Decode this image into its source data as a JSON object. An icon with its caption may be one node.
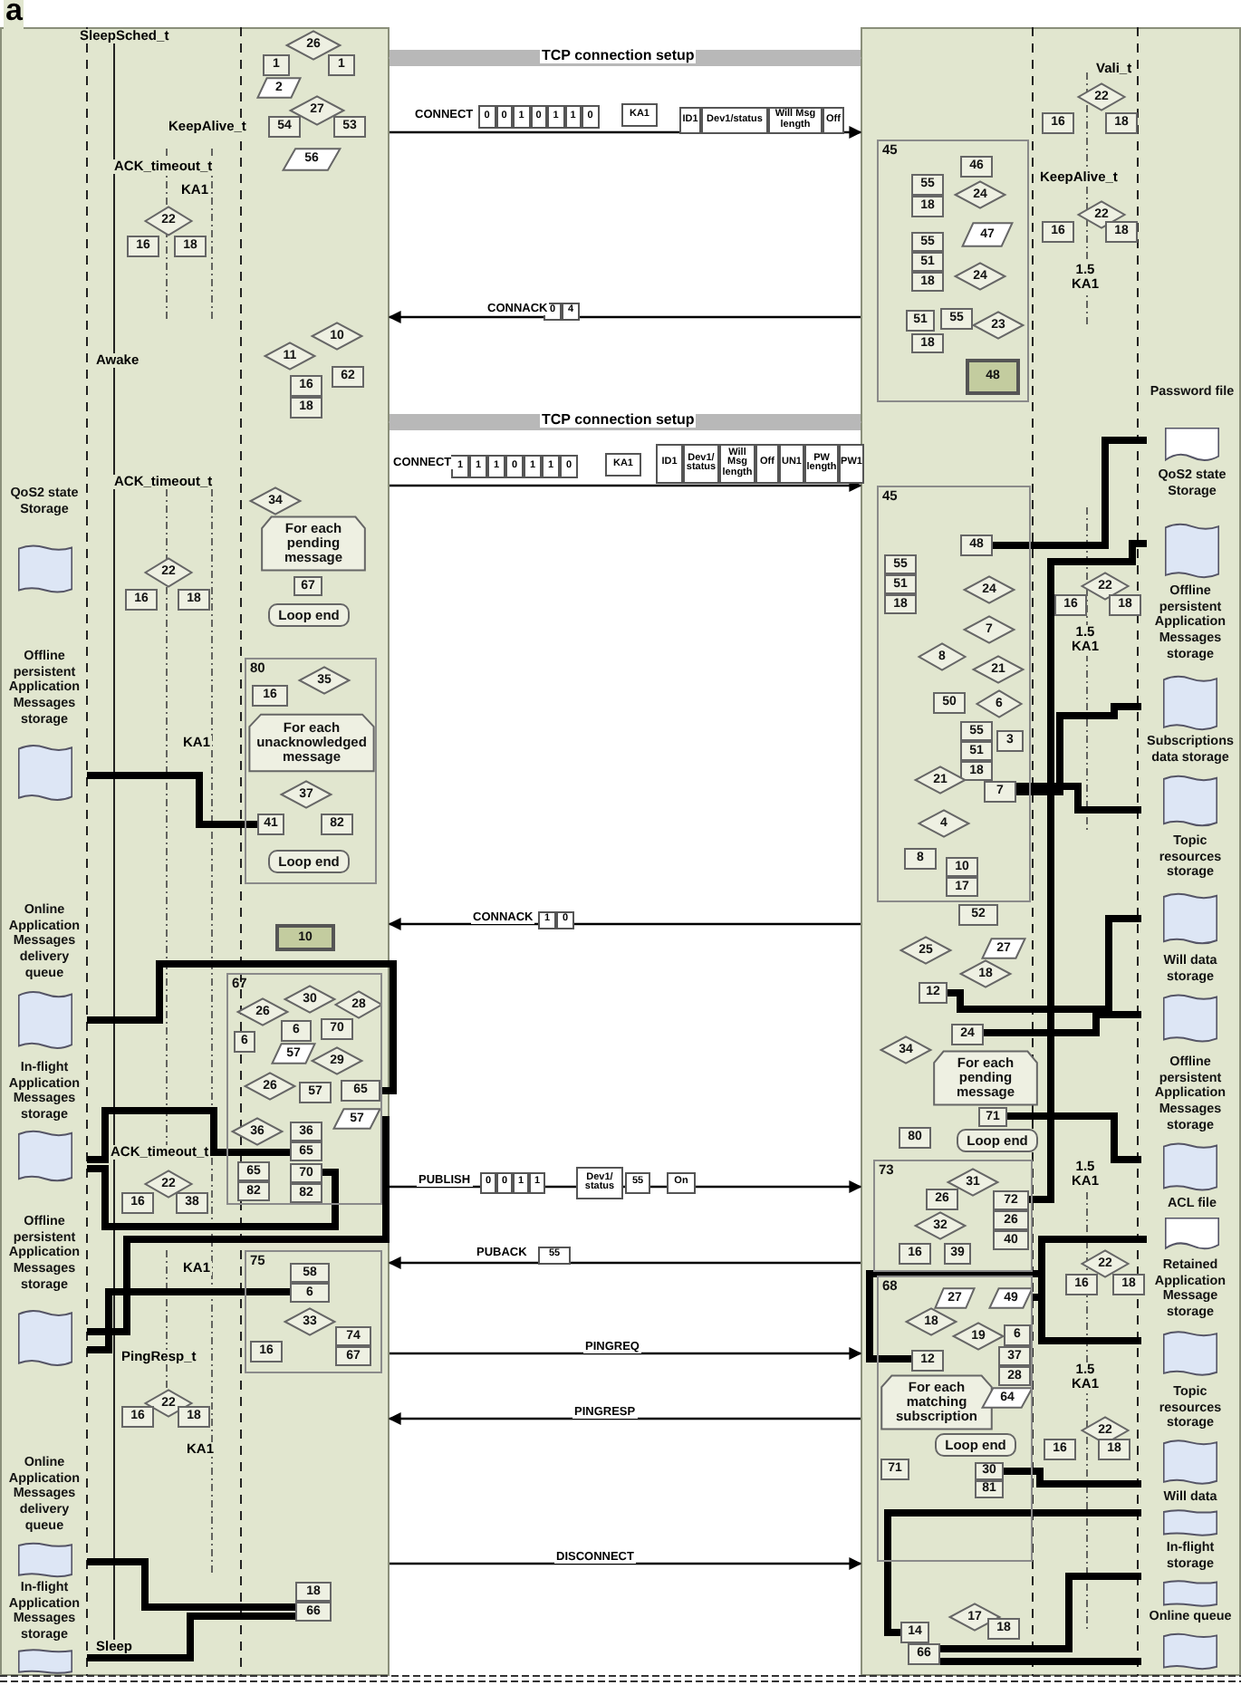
{
  "diagram": {
    "nodes": [
      {
        "text": [],
        "shape": "box"
      },
      {
        "text": [],
        "shape": "box"
      },
      {
        "text": [
          "26"
        ],
        "in": 0
      },
      {
        "text": [
          "1"
        ],
        "in": 0
      },
      {
        "text": [
          "1"
        ],
        "in": 0
      },
      {
        "text": [
          "2"
        ],
        "in": 0
      },
      {
        "text": [
          "27"
        ],
        "in": 0
      },
      {
        "text": [
          "54"
        ],
        "in": 0
      },
      {
        "text": [
          "53"
        ],
        "in": 0
      },
      {
        "text": [
          "56"
        ],
        "in": 0
      },
      {
        "text": [
          "22"
        ],
        "in": 0
      },
      {
        "text": [
          "16"
        ],
        "in": 0
      },
      {
        "text": [
          "18"
        ],
        "in": 0
      },
      {
        "text": [
          "10"
        ],
        "in": 0
      },
      {
        "text": [
          "11"
        ],
        "in": 0
      },
      {
        "text": [
          "16"
        ],
        "in": 0
      },
      {
        "text": [
          "18"
        ],
        "in": 0
      },
      {
        "text": [
          "62"
        ],
        "in": 0
      },
      {
        "text": [
          "34"
        ],
        "in": 0
      },
      {
        "text": [
          "For each pending message"
        ],
        "in": 0
      },
      {
        "text": [
          "67"
        ],
        "in": 0
      },
      {
        "text": [
          "Loop end"
        ],
        "in": 0
      },
      {
        "text": [
          "22"
        ],
        "in": 0
      },
      {
        "text": [
          "16"
        ],
        "in": 0
      },
      {
        "text": [
          "18"
        ],
        "in": 0
      },
      {
        "text": [
          "80"
        ],
        "in": 0
      },
      {
        "text": [
          "16"
        ],
        "in": 25
      },
      {
        "text": [
          "35"
        ],
        "in": 25
      },
      {
        "text": [
          "For each unacknowledged message"
        ],
        "in": 25
      },
      {
        "text": [
          "37"
        ],
        "in": 25
      },
      {
        "text": [
          "41"
        ],
        "in": 25
      },
      {
        "text": [
          "82"
        ],
        "in": 25
      },
      {
        "text": [
          "Loop end"
        ],
        "in": 25
      },
      {
        "text": [
          "10"
        ],
        "in": 0
      },
      {
        "text": [
          "67"
        ],
        "in": 0
      },
      {
        "text": [
          "30"
        ],
        "in": 34
      },
      {
        "text": [
          "26"
        ],
        "in": 34
      },
      {
        "text": [
          "28"
        ],
        "in": 34
      },
      {
        "text": [
          "6"
        ],
        "in": 34
      },
      {
        "text": [
          "70"
        ],
        "in": 34
      },
      {
        "text": [
          "6"
        ],
        "in": 34
      },
      {
        "text": [
          "57"
        ],
        "in": 34
      },
      {
        "text": [
          "29"
        ],
        "in": 34
      },
      {
        "text": [
          "26"
        ],
        "in": 34
      },
      {
        "text": [
          "57"
        ],
        "in": 34
      },
      {
        "text": [
          "65"
        ],
        "in": 34
      },
      {
        "text": [
          "57"
        ],
        "in": 34
      },
      {
        "text": [
          "36"
        ],
        "in": 34
      },
      {
        "text": [
          "36"
        ],
        "in": 34
      },
      {
        "text": [
          "65"
        ],
        "in": 34
      },
      {
        "text": [
          "65"
        ],
        "in": 34
      },
      {
        "text": [
          "82"
        ],
        "in": 34
      },
      {
        "text": [
          "70"
        ],
        "in": 34
      },
      {
        "text": [
          "82"
        ],
        "in": 34
      },
      {
        "text": [
          "22"
        ],
        "in": 0
      },
      {
        "text": [
          "16"
        ],
        "in": 0
      },
      {
        "text": [
          "38"
        ],
        "in": 0
      },
      {
        "text": [
          "75"
        ],
        "in": 0
      },
      {
        "text": [
          "58"
        ],
        "in": 57
      },
      {
        "text": [
          "6"
        ],
        "in": 57
      },
      {
        "text": [
          "33"
        ],
        "in": 57
      },
      {
        "text": [
          "16"
        ],
        "in": 57
      },
      {
        "text": [
          "74"
        ],
        "in": 57
      },
      {
        "text": [
          "67"
        ],
        "in": 57
      },
      {
        "text": [
          "22"
        ],
        "in": 0
      },
      {
        "text": [
          "16"
        ],
        "in": 0
      },
      {
        "text": [
          "18"
        ],
        "in": 0
      },
      {
        "text": [
          "18"
        ],
        "in": 0
      },
      {
        "text": [
          "66"
        ],
        "in": 0
      },
      {
        "text": [
          "QoS2 state Storage"
        ],
        "in": 0
      },
      {
        "text": [
          "Offline persistent Application Messages storage"
        ],
        "in": 0
      },
      {
        "text": [
          "Online Application Messages delivery queue"
        ],
        "in": 0
      },
      {
        "text": [
          "In-flight Application Messages storage"
        ],
        "in": 0
      },
      {
        "text": [
          "Offline persistent Application Messages storage"
        ],
        "in": 0
      },
      {
        "text": [
          "Online Application Messages delivery queue"
        ],
        "in": 0
      },
      {
        "text": [
          "In-flight Application Messages storage"
        ],
        "in": 0
      },
      {
        "text": [
          "22"
        ],
        "in": 1
      },
      {
        "text": [
          "16"
        ],
        "in": 1
      },
      {
        "text": [
          "18"
        ],
        "in": 1
      },
      {
        "text": [
          "22"
        ],
        "in": 1
      },
      {
        "text": [
          "16"
        ],
        "in": 1
      },
      {
        "text": [
          "18"
        ],
        "in": 1
      },
      {
        "text": [
          "45"
        ],
        "in": 1
      },
      {
        "text": [
          "46"
        ],
        "in": 82
      },
      {
        "text": [
          "55"
        ],
        "in": 82
      },
      {
        "text": [
          "18"
        ],
        "in": 82
      },
      {
        "text": [
          "24"
        ],
        "in": 82
      },
      {
        "text": [
          "47"
        ],
        "in": 82
      },
      {
        "text": [
          "55"
        ],
        "in": 82
      },
      {
        "text": [
          "51"
        ],
        "in": 82
      },
      {
        "text": [
          "18"
        ],
        "in": 82
      },
      {
        "text": [
          "24"
        ],
        "in": 82
      },
      {
        "text": [
          "51"
        ],
        "in": 82
      },
      {
        "text": [
          "55"
        ],
        "in": 82
      },
      {
        "text": [
          "23"
        ],
        "in": 82
      },
      {
        "text": [
          "18"
        ],
        "in": 82
      },
      {
        "text": [
          "48"
        ],
        "in": 82
      },
      {
        "text": [
          "45"
        ],
        "in": 1
      },
      {
        "text": [
          "48"
        ],
        "in": 97
      },
      {
        "text": [
          "55"
        ],
        "in": 97
      },
      {
        "text": [
          "51"
        ],
        "in": 97
      },
      {
        "text": [
          "18"
        ],
        "in": 97
      },
      {
        "text": [
          "24"
        ],
        "in": 97
      },
      {
        "text": [
          "7"
        ],
        "in": 97
      },
      {
        "text": [
          "8"
        ],
        "in": 97
      },
      {
        "text": [
          "21"
        ],
        "in": 97
      },
      {
        "text": [
          "50"
        ],
        "in": 97
      },
      {
        "text": [
          "6"
        ],
        "in": 97
      },
      {
        "text": [
          "55"
        ],
        "in": 97
      },
      {
        "text": [
          "51"
        ],
        "in": 97
      },
      {
        "text": [
          "18"
        ],
        "in": 97
      },
      {
        "text": [
          "3"
        ],
        "in": 97
      },
      {
        "text": [
          "21"
        ],
        "in": 97
      },
      {
        "text": [
          "7"
        ],
        "in": 97
      },
      {
        "text": [
          "4"
        ],
        "in": 97
      },
      {
        "text": [
          "8"
        ],
        "in": 97
      },
      {
        "text": [
          "10"
        ],
        "in": 97
      },
      {
        "text": [
          "17"
        ],
        "in": 97
      },
      {
        "text": [
          "52"
        ],
        "in": 1
      },
      {
        "text": [
          "25"
        ],
        "in": 1
      },
      {
        "text": [
          "27"
        ],
        "in": 1
      },
      {
        "text": [
          "18"
        ],
        "in": 1
      },
      {
        "text": [
          "12"
        ],
        "in": 1
      },
      {
        "text": [
          "24"
        ],
        "in": 1
      },
      {
        "text": [
          "34"
        ],
        "in": 1
      },
      {
        "text": [
          "For each pending message"
        ],
        "in": 1
      },
      {
        "text": [
          "71"
        ],
        "in": 1
      },
      {
        "text": [
          "Loop end"
        ],
        "in": 1
      },
      {
        "text": [
          "80"
        ],
        "in": 1
      },
      {
        "text": [
          "73"
        ],
        "in": 1
      },
      {
        "text": [
          "31"
        ],
        "in": 129
      },
      {
        "text": [
          "26"
        ],
        "in": 129
      },
      {
        "text": [
          "72"
        ],
        "in": 129
      },
      {
        "text": [
          "26"
        ],
        "in": 129
      },
      {
        "text": [
          "40"
        ],
        "in": 129
      },
      {
        "text": [
          "32"
        ],
        "in": 129
      },
      {
        "text": [
          "16"
        ],
        "in": 129
      },
      {
        "text": [
          "39"
        ],
        "in": 129
      },
      {
        "text": [
          "68"
        ],
        "in": 1
      },
      {
        "text": [
          "27"
        ],
        "in": 138
      },
      {
        "text": [
          "49"
        ],
        "in": 138
      },
      {
        "text": [
          "18"
        ],
        "in": 138
      },
      {
        "text": [
          "19"
        ],
        "in": 138
      },
      {
        "text": [
          "6"
        ],
        "in": 138
      },
      {
        "text": [
          "12"
        ],
        "in": 138
      },
      {
        "text": [
          "37"
        ],
        "in": 138
      },
      {
        "text": [
          "28"
        ],
        "in": 138
      },
      {
        "text": [
          "For each matching subscription"
        ],
        "in": 138
      },
      {
        "text": [
          "64"
        ],
        "in": 138
      },
      {
        "text": [
          "Loop end"
        ],
        "in": 138
      },
      {
        "text": [
          "71"
        ],
        "in": 138
      },
      {
        "text": [
          "30"
        ],
        "in": 138
      },
      {
        "text": [
          "81"
        ],
        "in": 138
      },
      {
        "text": [
          "22"
        ],
        "in": 1
      },
      {
        "text": [
          "16"
        ],
        "in": 1
      },
      {
        "text": [
          "18"
        ],
        "in": 1
      },
      {
        "text": [
          "22"
        ],
        "in": 1
      },
      {
        "text": [
          "16"
        ],
        "in": 1
      },
      {
        "text": [
          "18"
        ],
        "in": 1
      },
      {
        "text": [
          "22"
        ],
        "in": 1
      },
      {
        "text": [
          "16"
        ],
        "in": 1
      },
      {
        "text": [
          "18"
        ],
        "in": 1
      },
      {
        "text": [
          "17"
        ],
        "in": 1
      },
      {
        "text": [
          "18"
        ],
        "in": 1
      },
      {
        "text": [
          "14"
        ],
        "in": 1
      },
      {
        "text": [
          "66"
        ],
        "in": 1
      },
      {
        "text": [
          "Password file"
        ],
        "in": 1
      },
      {
        "text": [
          "QoS2 state Storage"
        ],
        "in": 1
      },
      {
        "text": [
          "Offline persistent Application Messages storage"
        ],
        "in": 1
      },
      {
        "text": [
          "Subscriptions data storage"
        ],
        "in": 1
      },
      {
        "text": [
          "Topic resources storage"
        ],
        "in": 1
      },
      {
        "text": [
          "Will data storage"
        ],
        "in": 1
      },
      {
        "text": [
          "Offline persistent Application Messages storage"
        ],
        "in": 1
      },
      {
        "text": [
          "ACL file"
        ],
        "in": 1
      },
      {
        "text": [
          "Retained Application Message storage"
        ],
        "in": 1
      },
      {
        "text": [
          "Topic resources storage"
        ],
        "in": 1
      },
      {
        "text": [
          "Will data"
        ],
        "in": 1
      },
      {
        "text": [
          "In-flight storage"
        ],
        "in": 1
      },
      {
        "text": [
          "Online queue"
        ],
        "in": 1
      }
    ],
    "edges": [
      {
        "from": 0,
        "to": 1,
        "arrow": "both",
        "label": "TCP connection setup",
        "style": "thick",
        "color": "#b8b8b8"
      },
      {
        "from": 0,
        "to": 1,
        "arrow": "to",
        "label": "CONNECT"
      },
      {
        "from": 1,
        "to": 0,
        "arrow": "to",
        "label": "CONNACK"
      },
      {
        "from": 0,
        "to": 1,
        "arrow": "both",
        "label": "TCP connection setup",
        "style": "thick",
        "color": "#b8b8b8"
      },
      {
        "from": 0,
        "to": 1,
        "arrow": "to",
        "label": "CONNECT"
      },
      {
        "from": 1,
        "to": 0,
        "arrow": "to",
        "label": "CONNACK"
      },
      {
        "from": 0,
        "to": 1,
        "arrow": "to",
        "label": "PUBLISH"
      },
      {
        "from": 1,
        "to": 0,
        "arrow": "to",
        "label": "PUBACK"
      },
      {
        "from": 0,
        "to": 1,
        "arrow": "to",
        "label": "PINGREQ"
      },
      {
        "from": 1,
        "to": 0,
        "arrow": "to",
        "label": "PINGRESP"
      },
      {
        "from": 0,
        "to": 1,
        "arrow": "to",
        "label": "DISCONNECT"
      },
      {
        "from": 70,
        "to": 30,
        "arrow": "none"
      },
      {
        "from": 71,
        "to": 45,
        "arrow": "none"
      },
      {
        "from": 72,
        "to": 49,
        "arrow": "none"
      },
      {
        "from": 72,
        "to": 52,
        "arrow": "none"
      },
      {
        "from": 73,
        "to": 46,
        "arrow": "none"
      },
      {
        "from": 73,
        "to": 59,
        "arrow": "none"
      },
      {
        "from": 74,
        "to": 68,
        "arrow": "none"
      },
      {
        "from": 75,
        "to": 68,
        "arrow": "none"
      },
      {
        "from": 98,
        "to": 166,
        "arrow": "none"
      },
      {
        "from": 167,
        "to": 132,
        "arrow": "none"
      },
      {
        "from": 168,
        "to": 113,
        "arrow": "none"
      },
      {
        "from": 169,
        "to": 113,
        "arrow": "none"
      },
      {
        "from": 170,
        "to": 122,
        "arrow": "none"
      },
      {
        "from": 171,
        "to": 123,
        "arrow": "none"
      },
      {
        "from": 172,
        "to": 126,
        "arrow": "none"
      },
      {
        "from": 173,
        "to": 140,
        "arrow": "none"
      },
      {
        "from": 174,
        "to": 144,
        "arrow": "none"
      },
      {
        "from": 175,
        "to": 151,
        "arrow": "none"
      },
      {
        "from": 176,
        "to": 164,
        "arrow": "none"
      },
      {
        "from": 177,
        "to": 165,
        "arrow": "none"
      },
      {
        "from": 178,
        "to": 165,
        "arrow": "none"
      }
    ],
    "labels": [
      "a",
      "SleepSched_t",
      "KeepAlive_t",
      "ACK_timeout_t",
      "KA1",
      "Awake",
      "ACK_timeout_t",
      "KA1",
      "ACK_timeout_t",
      "KA1",
      "PingResp_t",
      "KA1",
      "Sleep",
      "Vali_t",
      "KeepAlive_t",
      "1.5 KA1",
      "1.5 KA1",
      "1.5 KA1",
      "1.5 KA1",
      "0",
      "0",
      "1",
      "0",
      "1",
      "1",
      "0",
      "KA1",
      "ID1",
      "Dev1/status",
      "Will Msg length",
      "Off",
      "0",
      "4",
      "1",
      "1",
      "1",
      "0",
      "1",
      "1",
      "0",
      "KA1",
      "ID1",
      "Dev1/ status",
      "Will Msg length",
      "Off",
      "UN1",
      "PW length",
      "PW1",
      "1",
      "0",
      "0",
      "0",
      "1",
      "1",
      "Dev1/ status",
      "55",
      "On",
      "55"
    ]
  }
}
